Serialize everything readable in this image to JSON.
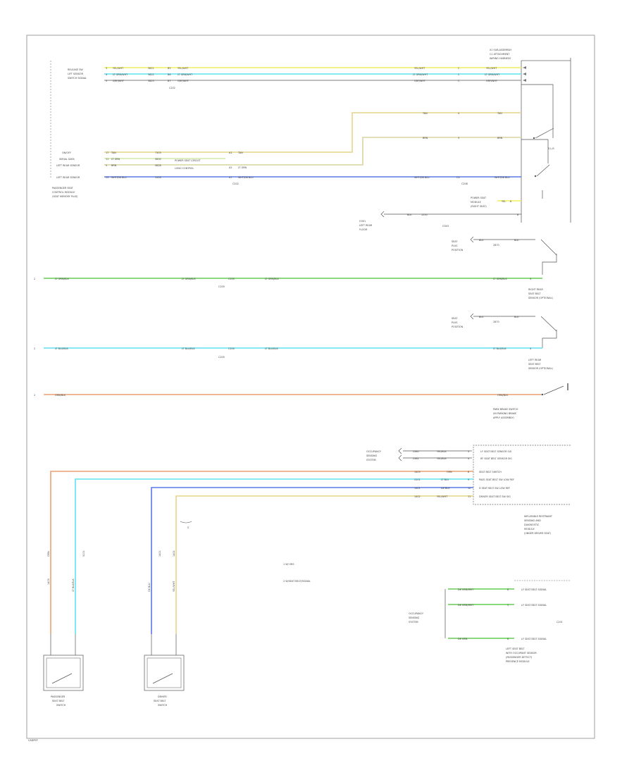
{
  "labels": {
    "conn_title": [
      "X1 SUB-ASSEMBLY",
      "C1 ATTACHMENT",
      "WIRING HARNESS"
    ],
    "steer_group": [
      "RELEASE SW",
      "LIFT SENSOR",
      "SWITCH SIGNAL"
    ],
    "steer_rows": [
      {
        "pin": "3",
        "wire": "YEL/WHT",
        "left_ckt": "5821",
        "mid": "B5",
        "mid_wire": "YEL/WHT",
        "right_wire": "YEL/WHT",
        "conn": "C"
      },
      {
        "pin": "4",
        "wire": "LT GRN/WHT",
        "left_ckt": "5822",
        "mid": "B6",
        "mid_wire": "LT GRN/WHT",
        "right_wire": "LT GRN/WHT",
        "conn": "C"
      },
      {
        "pin": "5",
        "wire": "GRY/WHT",
        "left_ckt": "5823",
        "mid": "B7",
        "mid_wire": "GRY/WHT",
        "right_wire": "GRY/WHT",
        "conn": "C"
      }
    ],
    "steer_ref": "C202",
    "tan_pass": {
      "mid_wire": "TAN",
      "right_wire": "TAN",
      "pin": "4"
    },
    "blk_pass": {
      "mid_wire": "BRN",
      "right_wire": "BRN",
      "pin": "3"
    },
    "ctrl_rows": [
      {
        "pin": "17",
        "wire": "TAN",
        "ckt": "7303",
        "mid_pin": "A1",
        "mid_wire": "TAN"
      },
      {
        "pin": "11",
        "wire": "LT GRN",
        "ckt": "5830",
        "mid_pin": "",
        "mid_wire": ""
      },
      {
        "pin": "5",
        "wire": "BRN",
        "ckt": "5828",
        "mid_pin": "A2",
        "mid_wire": "LT GRN"
      },
      {
        "pin": "23",
        "wire": "WHT/DK BLU",
        "ckt": "5326",
        "mid_pin": "A7",
        "mid_wire": "WHT/DK BLU"
      }
    ],
    "ctrl_labels": [
      "ON/OFF",
      "SERIAL DATA",
      "LEFT REAR SENSOR",
      "LEFT REAR SENSOR"
    ],
    "splice": [
      "POWER SEAT CIRCUIT",
      "LONG CONTROL"
    ],
    "ctrl_module": [
      "PASSENGER SEAT",
      "CONTROL MODULE",
      "(SEAT MEMORY PLUS)"
    ],
    "ctrl_ref": "C202",
    "blu_right": {
      "wire": "WHT/DK BLU",
      "ckt": "C3"
    },
    "ctrl_ref2": "C208",
    "right_switch": "S-L-R",
    "power_mod": [
      "POWER SEAT",
      "MODULE",
      "(RIGHT SEAT)"
    ],
    "yel_short": {
      "wire": "YEL",
      "pin": "8"
    },
    "ground": {
      "label": [
        "G301",
        "LEFT REAR",
        "FLOOR"
      ],
      "wire": "BLK",
      "ckt": "1550",
      "pin": "B"
    },
    "ground_ref": "G303",
    "right_rear_top": [
      "SEAT",
      "PLUS",
      "POSITION"
    ],
    "right_rear_top_conn": {
      "ckt": "2870",
      "w1": "BLK",
      "w2": "BLK"
    },
    "right_rear_sw": [
      "RIGHT REAR",
      "SEAT BELT",
      "SENSOR (OPTIONAL)"
    ],
    "green_line": {
      "left_wire": "LT GRN/BLK",
      "mid1": "LT GRN/BLK",
      "mid2": "LT GRN/BLK",
      "conn": "C204",
      "right_wire": "LT GRN/BLK",
      "pin": "4"
    },
    "green_ref": "C205",
    "left_rear_top": [
      "SEAT",
      "PLUS",
      "POSITION"
    ],
    "left_rear_top_conn": {
      "ckt": "2870",
      "w1": "BLK",
      "w2": "BLK"
    },
    "left_rear_sw": [
      "LEFT REAR",
      "SEAT BELT",
      "SENSOR (OPTIONAL)"
    ],
    "cyan_line": {
      "left_wire": "LT BLU/BLK",
      "mid1": "LT BLU/BLK",
      "mid2": "LT BLU/BLK",
      "conn": "C204",
      "right_wire": "LT BLU/BLK",
      "pin": "4"
    },
    "cyan_ref": "C205",
    "orange_line": {
      "left_wire": "ORN/BLK",
      "right_wire": "ORN/BLK"
    },
    "park_switch": [
      "PARK BRAKE SWITCH",
      "(IN PARKING BRAKE",
      "APPLY ASSEMBLY)"
    ],
    "occ_rows": [
      {
        "label": [
          "OCCUPANCY",
          "SENSING",
          "SYSTEM"
        ],
        "ckt": "2380",
        "wire": "YEL/BLK",
        "pin": "3",
        "desc": "LF SEAT BELT SENSOR SIG"
      },
      {
        "label": [],
        "ckt": "2381",
        "wire": "YEL/BLK",
        "pin": "4",
        "desc": "RF SEAT BELT SENSOR SIG"
      }
    ],
    "bus_rows": [
      {
        "ckt": "1403",
        "wire": "ORN",
        "pin": "8",
        "desc": "SEAT BELT SWITCH"
      },
      {
        "ckt": "5101",
        "wire": "LT BLU",
        "pin": "9",
        "desc": "PASS SEAT BELT SW LOW REF"
      },
      {
        "ckt": "1401",
        "wire": "DK BLU",
        "pin": "10",
        "desc": "D SEAT BELT SW LOW REF"
      },
      {
        "ckt": "1402",
        "wire": "YEL/WHT",
        "pin": "11",
        "desc": "DRIVER SEAT BELT SW SIG"
      }
    ],
    "module_right": [
      "INFLATABLE RESTRAINT",
      "SENSING AND",
      "DIAGNOSTIC",
      "MODULE",
      "(UNDER DRIVER SEAT)"
    ],
    "vert_orange": {
      "wire": "ORN",
      "ckt": "1403"
    },
    "vert_cyan": {
      "wire": "LT BLU/BLK",
      "ckt": "5101"
    },
    "vert_blue": {
      "wire": "DK BLU",
      "ckt": "1401"
    },
    "vert_yellow": {
      "wire": "YEL/WHT",
      "ckt": "1402"
    },
    "shield_mark": "S",
    "passenger_switch": [
      "PASSENGER",
      "SEAT BELT",
      "SWITCH"
    ],
    "driver_switch": [
      "DRIVER",
      "SEAT BELT",
      "SWITCH"
    ],
    "legend": [
      "1 W/ SRS",
      "2 W/SEAT BELT/SIGNAL"
    ],
    "lf_rows": [
      {
        "wire": "DK GRN/WHT",
        "pin": "8",
        "desc": "LF SEAT BELT SIGNAL"
      },
      {
        "wire": "DK GRN/WHT",
        "pin": "5",
        "desc": "LF SEAT BELT SIGNAL"
      },
      {
        "wire": "DK GRN",
        "pin": "8",
        "desc": "LF SEAT BELT SIGNAL"
      }
    ],
    "occ_block": [
      "OCCUPANCY",
      "SENSING",
      "SYSTEM"
    ],
    "left_conn": "C201",
    "occ_module": [
      "LEFT SEAT BELT",
      "WITH OCCUPANT SENSOR",
      "(PASSENGER DETECT)",
      "PRESENCE MODULE"
    ],
    "footer": "CADPEP"
  },
  "colors": {
    "yellow": "#f2ef5a",
    "cyan": "#5fe3f0",
    "gray_wire": "#a8a8a8",
    "tan": "#e6d48a",
    "blue": "#5a78e6",
    "green": "#66cc55",
    "orange": "#e9a173",
    "line": "#555555",
    "frame": "#888888"
  }
}
